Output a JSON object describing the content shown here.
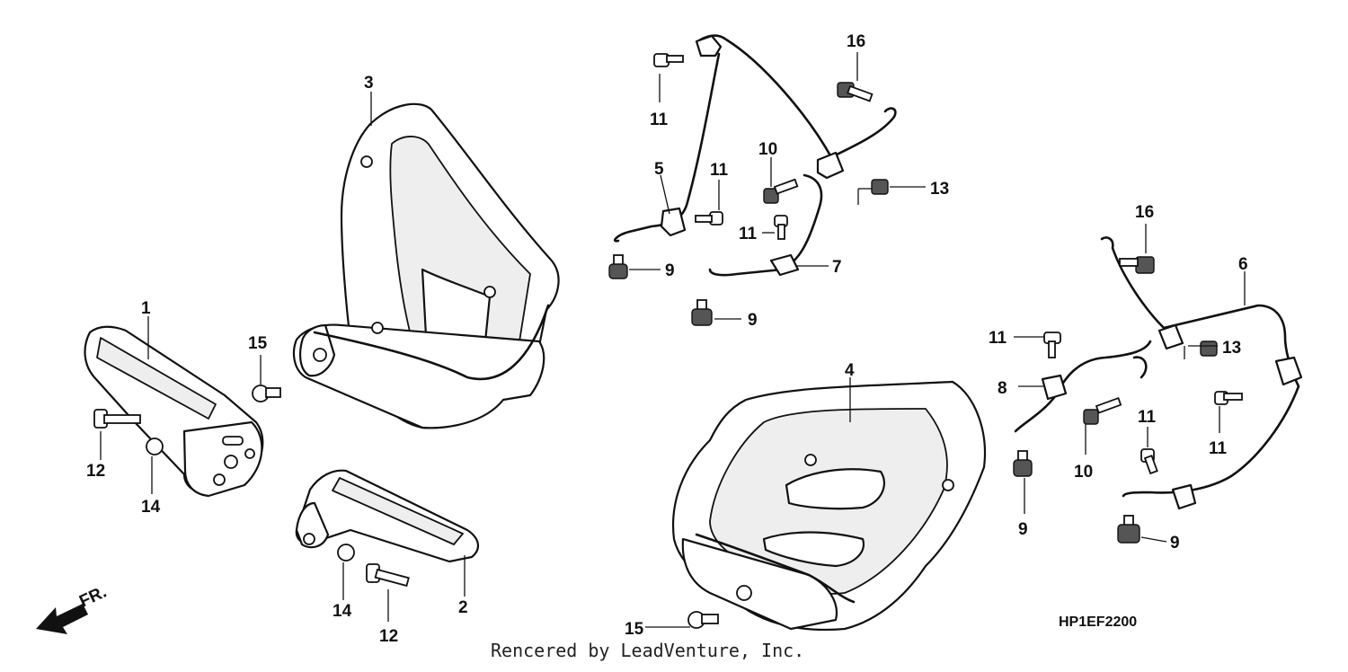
{
  "callouts": {
    "n1": "1",
    "n2": "2",
    "n3": "3",
    "n4": "4",
    "n5": "5",
    "n6": "6",
    "n7": "7",
    "n8": "8",
    "n9a": "9",
    "n9b": "9",
    "n9c": "9",
    "n9d": "9",
    "n10a": "10",
    "n10b": "10",
    "n11a": "11",
    "n11b": "11",
    "n11c": "11",
    "n11d": "11",
    "n11e": "11",
    "n11f": "11",
    "n12a": "12",
    "n12b": "12",
    "n13a": "13",
    "n13b": "13",
    "n14a": "14",
    "n14b": "14",
    "n15a": "15",
    "n15b": "15",
    "n16a": "16",
    "n16b": "16"
  },
  "direction_label": "FR.",
  "diagram_code": "HP1EF2200",
  "credit": "Rencered by LeadVenture, Inc."
}
